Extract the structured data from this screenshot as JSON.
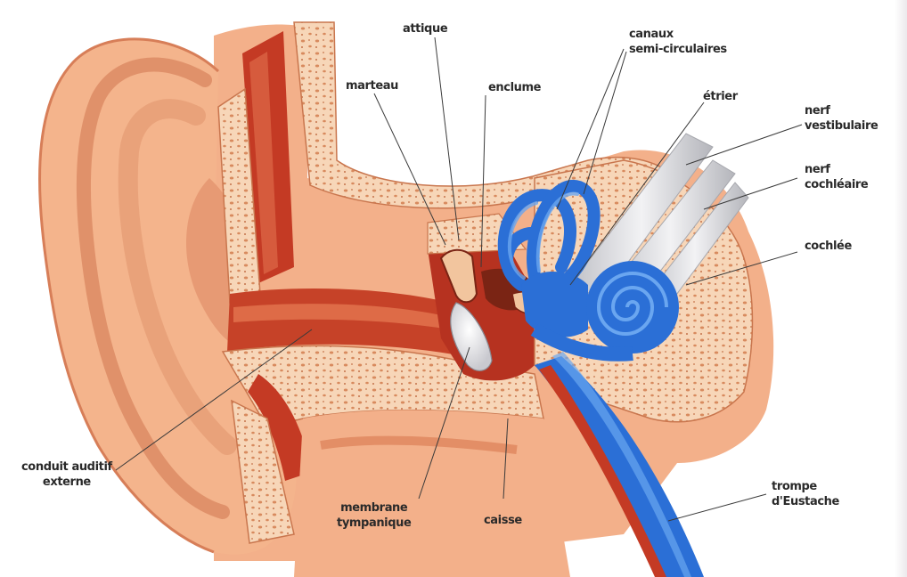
{
  "labels": {
    "attique": "attique",
    "marteau": "marteau",
    "enclume": "enclume",
    "canaux_line1": "canaux",
    "canaux_line2": "semi-circulaires",
    "etrier": "étrier",
    "nerf_vest_line1": "nerf",
    "nerf_vest_line2": "vestibulaire",
    "nerf_coch_line1": "nerf",
    "nerf_coch_line2": "cochléaire",
    "cochlee": "cochlée",
    "conduit_line1": "conduit auditif",
    "conduit_line2": "externe",
    "membrane_line1": "membrane",
    "membrane_line2": "tympanique",
    "caisse": "caisse",
    "trompe_line1": "trompe",
    "trompe_line2": "d'Eustache"
  },
  "colors": {
    "skin": "#f4b48c",
    "skin_dark": "#e08a62",
    "bone": "#f8d8bc",
    "muscle": "#c43a24",
    "canal_blue": "#2b6fd6",
    "nerve_gray": "#d4d4d8",
    "ossicle": "#7a2414",
    "leader": "#3a3a3a"
  }
}
